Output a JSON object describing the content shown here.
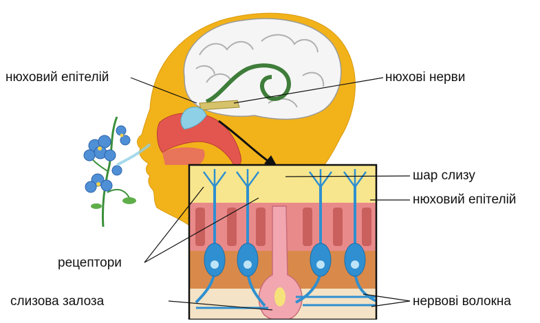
{
  "labels": {
    "olfactory_epithelium_top": "нюховий епітелій",
    "olfactory_nerves": "нюхові нерви",
    "mucus_layer": "шар слизу",
    "olfactory_epithelium_right": "нюховий епітелій",
    "receptors": "рецептори",
    "mucous_gland": "слизова залоза",
    "nerve_fibers": "нервові волокна"
  },
  "colors": {
    "head": "#f2b21a",
    "brain": "#f4f4f4",
    "nerve_tract": "#3f7d3a",
    "nasal_cavity": "#e3564f",
    "flower": "#4f8fd6",
    "receptor_cell": "#2f8fd0",
    "epithelium": "#e98a8a",
    "mucus": "#f6e27a",
    "gland": "#f1a6b0"
  }
}
